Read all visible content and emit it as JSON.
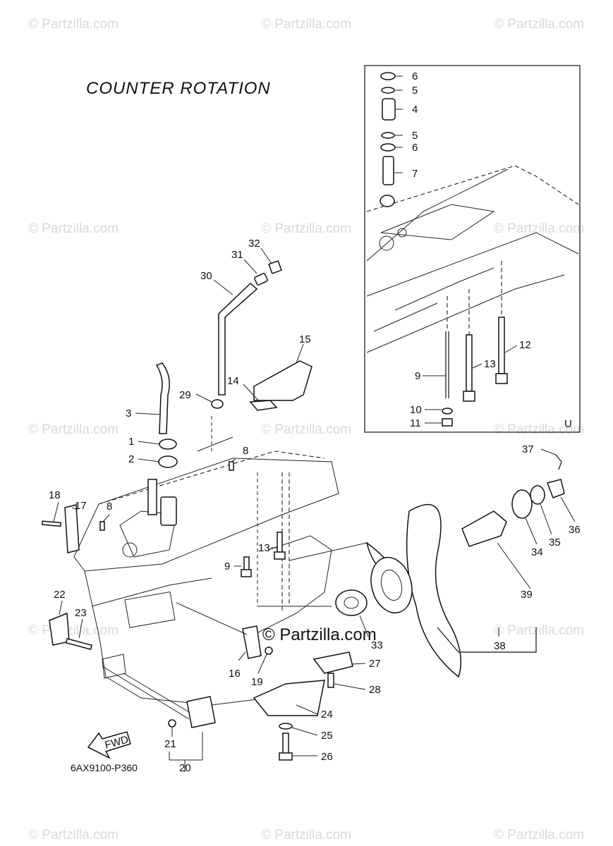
{
  "diagram": {
    "title": "COUNTER ROTATION",
    "diagram_code": "6AX9100-P360",
    "inset_label": "U",
    "fwd_label": "FWD",
    "watermark": "© Partzilla.com",
    "center_watermark": "© Partzilla.com",
    "callouts": [
      "1",
      "2",
      "3",
      "5",
      "6",
      "4",
      "5",
      "6",
      "7",
      "8",
      "8",
      "9",
      "9",
      "10",
      "11",
      "12",
      "13",
      "13",
      "14",
      "15",
      "16",
      "17",
      "18",
      "19",
      "20",
      "21",
      "22",
      "23",
      "24",
      "25",
      "26",
      "27",
      "28",
      "29",
      "30",
      "31",
      "32",
      "33",
      "34",
      "35",
      "36",
      "37",
      "38",
      "39"
    ]
  }
}
